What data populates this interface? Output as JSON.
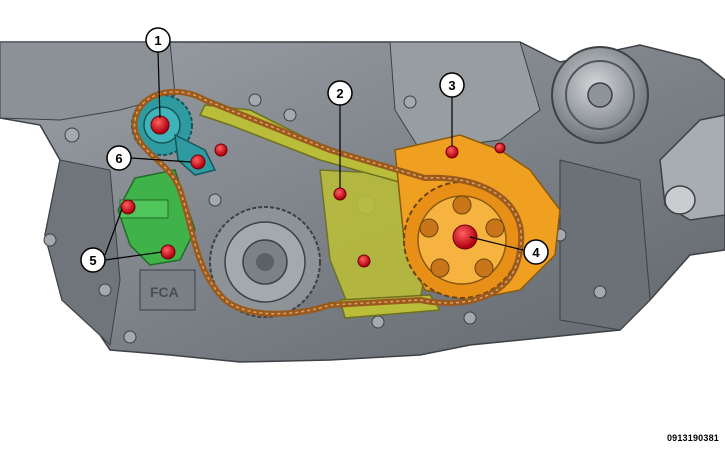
{
  "figure_id": "0913190381",
  "engraving": "FCA",
  "callouts": [
    {
      "label": "1",
      "target": "camshaft-sprocket-bolt"
    },
    {
      "label": "2",
      "target": "chain-guide-bolt"
    },
    {
      "label": "3",
      "target": "oil-pump-bolt"
    },
    {
      "label": "4",
      "target": "oil-pump-sprocket-bolt"
    },
    {
      "label": "5",
      "target": "chain-tensioner-bolts"
    },
    {
      "label": "6",
      "target": "tensioner-arm-bolt"
    }
  ],
  "colors": {
    "engine_block": "#7f8489",
    "chain": "#9a5a1e",
    "guide": "#b9bd3a",
    "tensioner": "#3fb24a",
    "cam_sprocket": "#2f9aa0",
    "oil_pump": "#f0a020",
    "bolt": "#e0202a"
  }
}
